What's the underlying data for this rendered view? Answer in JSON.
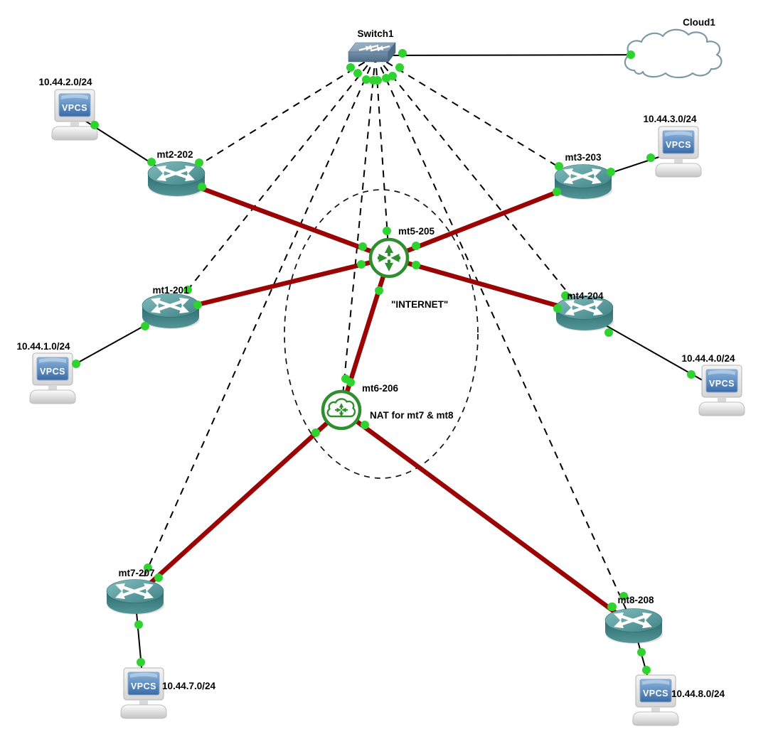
{
  "diagram_type": "network-topology",
  "nodes": {
    "switch1": {
      "label": "Switch1",
      "type": "ethernet-switch"
    },
    "cloud1": {
      "label": "Cloud1",
      "type": "cloud"
    },
    "mt1": {
      "label": "mt1-201",
      "type": "router"
    },
    "mt2": {
      "label": "mt2-202",
      "type": "router"
    },
    "mt3": {
      "label": "mt3-203",
      "type": "router"
    },
    "mt4": {
      "label": "mt4-204",
      "type": "router"
    },
    "mt5": {
      "label": "mt5-205",
      "type": "internet-router"
    },
    "mt6": {
      "label": "mt6-206",
      "type": "nat-router"
    },
    "mt7": {
      "label": "mt7-207",
      "type": "router"
    },
    "mt8": {
      "label": "mt8-208",
      "type": "router"
    },
    "pc1": {
      "label": "10.44.1.0/24",
      "screen": "VPCS",
      "type": "vpcs-host"
    },
    "pc2": {
      "label": "10.44.2.0/24",
      "screen": "VPCS",
      "type": "vpcs-host"
    },
    "pc3": {
      "label": "10.44.3.0/24",
      "screen": "VPCS",
      "type": "vpcs-host"
    },
    "pc4": {
      "label": "10.44.4.0/24",
      "screen": "VPCS",
      "type": "vpcs-host"
    },
    "pc7": {
      "label": "10.44.7.0/24",
      "screen": "VPCS",
      "type": "vpcs-host"
    },
    "pc8": {
      "label": "10.44.8.0/24",
      "screen": "VPCS",
      "type": "vpcs-host"
    }
  },
  "annotations": {
    "internet": "\"INTERNET\"",
    "nat": "NAT for mt7 & mt8"
  },
  "links": [
    {
      "from": "Switch1",
      "to": "Cloud1",
      "style": "solid"
    },
    {
      "from": "Switch1",
      "to": "mt1-201",
      "style": "dashed"
    },
    {
      "from": "Switch1",
      "to": "mt2-202",
      "style": "dashed"
    },
    {
      "from": "Switch1",
      "to": "mt3-203",
      "style": "dashed"
    },
    {
      "from": "Switch1",
      "to": "mt4-204",
      "style": "dashed"
    },
    {
      "from": "Switch1",
      "to": "mt5-205",
      "style": "dashed"
    },
    {
      "from": "Switch1",
      "to": "mt6-206",
      "style": "dashed"
    },
    {
      "from": "Switch1",
      "to": "mt7-207",
      "style": "dashed"
    },
    {
      "from": "Switch1",
      "to": "mt8-208",
      "style": "dashed"
    },
    {
      "from": "mt5-205",
      "to": "mt1-201",
      "style": "thick-red"
    },
    {
      "from": "mt5-205",
      "to": "mt2-202",
      "style": "thick-red"
    },
    {
      "from": "mt5-205",
      "to": "mt3-203",
      "style": "thick-red"
    },
    {
      "from": "mt5-205",
      "to": "mt4-204",
      "style": "thick-red"
    },
    {
      "from": "mt5-205",
      "to": "mt6-206",
      "style": "thick-red"
    },
    {
      "from": "mt6-206",
      "to": "mt7-207",
      "style": "thick-red"
    },
    {
      "from": "mt6-206",
      "to": "mt8-208",
      "style": "thick-red"
    },
    {
      "from": "10.44.1.0/24",
      "to": "mt1-201",
      "style": "solid"
    },
    {
      "from": "10.44.2.0/24",
      "to": "mt2-202",
      "style": "solid"
    },
    {
      "from": "10.44.3.0/24",
      "to": "mt3-203",
      "style": "solid"
    },
    {
      "from": "10.44.4.0/24",
      "to": "mt4-204",
      "style": "solid"
    },
    {
      "from": "10.44.7.0/24",
      "to": "mt7-207",
      "style": "solid"
    },
    {
      "from": "10.44.8.0/24",
      "to": "mt8-208",
      "style": "solid"
    }
  ],
  "colors": {
    "background": "#ffffff",
    "backbone_link": "#9b0404",
    "lan_link": "#000000",
    "port_status_up": "#2fd32f",
    "green_node": "#2f8f2f",
    "router_teal": "#45888a",
    "cloud_stroke": "#7d9aa4"
  }
}
